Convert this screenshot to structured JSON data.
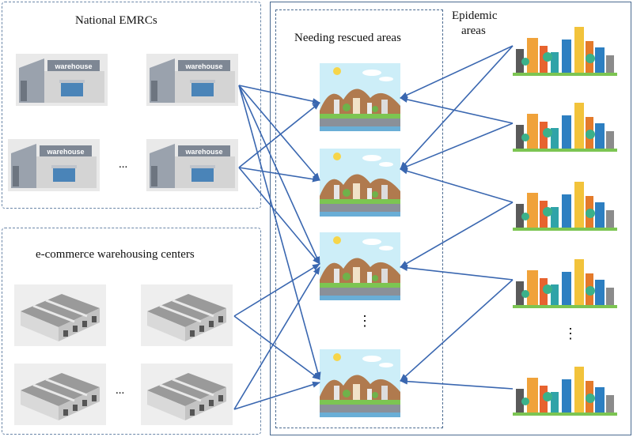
{
  "groups": {
    "national": "National EMRCs",
    "ecommerce": "e-commerce warehousing centers",
    "rescued": "Needing rescued areas",
    "epidemic_line1": "Epidemic",
    "epidemic_line2": "areas"
  },
  "warehouse_sign": "warehouse",
  "ellipsis": "...",
  "vertical_ellipsis": "⋮",
  "colors": {
    "arrow": "#3a67b0",
    "box": "#4a6a90"
  }
}
